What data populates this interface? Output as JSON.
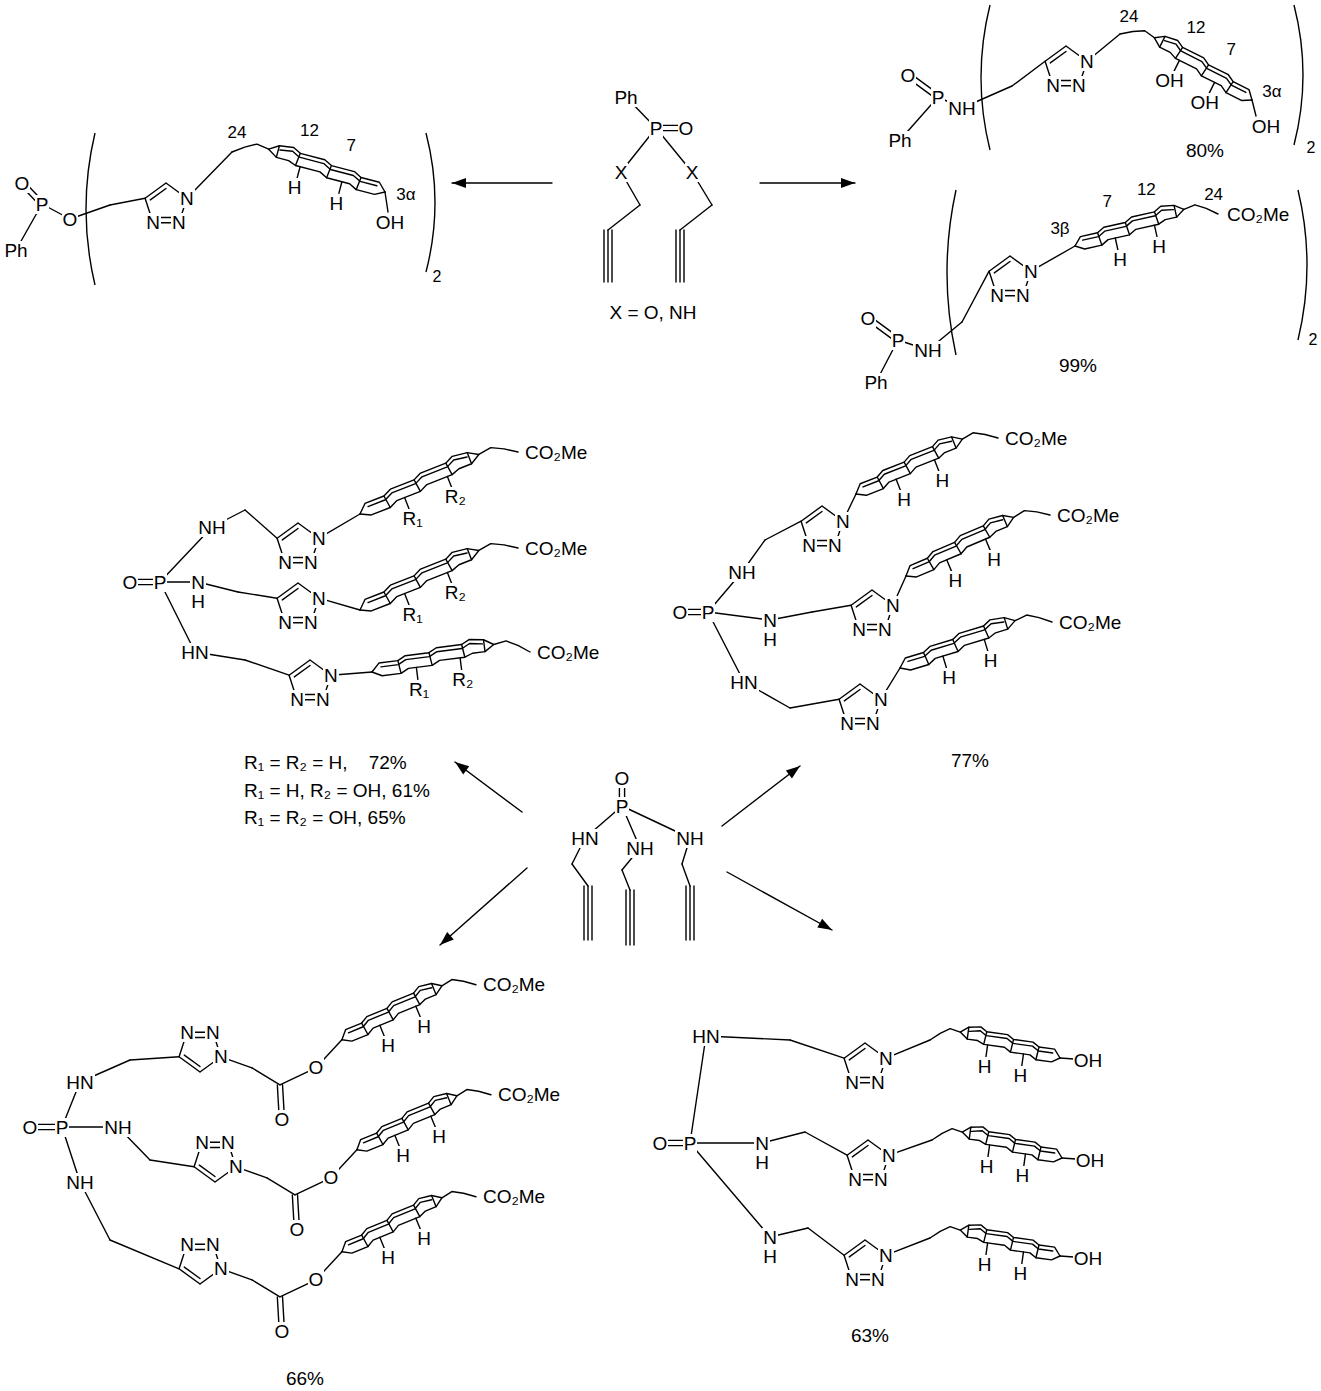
{
  "diagram": {
    "labels": [
      "O",
      "P",
      "O",
      "Ph",
      "N",
      "N",
      "N",
      "24",
      "12",
      "7",
      "H",
      "H",
      "3α",
      "OH",
      "2",
      "Ph",
      "P",
      "O",
      "X",
      "X",
      "X = O, NH",
      "O",
      "P",
      "NH",
      "Ph",
      "N",
      "N",
      "N",
      "24",
      "12",
      "7",
      "OH",
      "OH",
      "3α",
      "OH",
      "80%",
      "2",
      "O",
      "P",
      "NH",
      "Ph",
      "N",
      "N",
      "N",
      "3β",
      "7",
      "12",
      "24",
      "CO₂Me",
      "H",
      "H",
      "99%",
      "2",
      "NH",
      "O",
      "P",
      "N",
      "H",
      "HN",
      "N",
      "N",
      "N",
      "R₁",
      "R₂",
      "CO₂Me",
      "N",
      "N",
      "N",
      "R₁",
      "R₂",
      "CO₂Me",
      "N",
      "N",
      "N",
      "R₁",
      "R₂",
      "CO₂Me",
      "R₁ = R₂ = H,    72%",
      "R₁ = H, R₂ = OH, 61%",
      "R₁ = R₂ = OH, 65%",
      "O",
      "P",
      "NH",
      "N",
      "H",
      "HN",
      "N",
      "N",
      "N",
      "H",
      "H",
      "CO₂Me",
      "N",
      "N",
      "N",
      "H",
      "H",
      "CO₂Me",
      "N",
      "N",
      "N",
      "H",
      "H",
      "CO₂Me",
      "77%",
      "O",
      "P",
      "HN",
      "NH",
      "NH",
      "O",
      "P",
      "HN",
      "NH",
      "NH",
      "N",
      "N",
      "N",
      "O",
      "O",
      "H",
      "H",
      "CO₂Me",
      "N",
      "N",
      "N",
      "O",
      "O",
      "H",
      "H",
      "CO₂Me",
      "N",
      "N",
      "N",
      "O",
      "O",
      "H",
      "H",
      "CO₂Me",
      "66%",
      "O",
      "P",
      "HN",
      "N",
      "H",
      "N",
      "H",
      "N",
      "N",
      "N",
      "H",
      "H",
      "OH",
      "N",
      "N",
      "N",
      "H",
      "H",
      "OH",
      "N",
      "N",
      "N",
      "H",
      "H",
      "OH",
      "63%"
    ]
  }
}
